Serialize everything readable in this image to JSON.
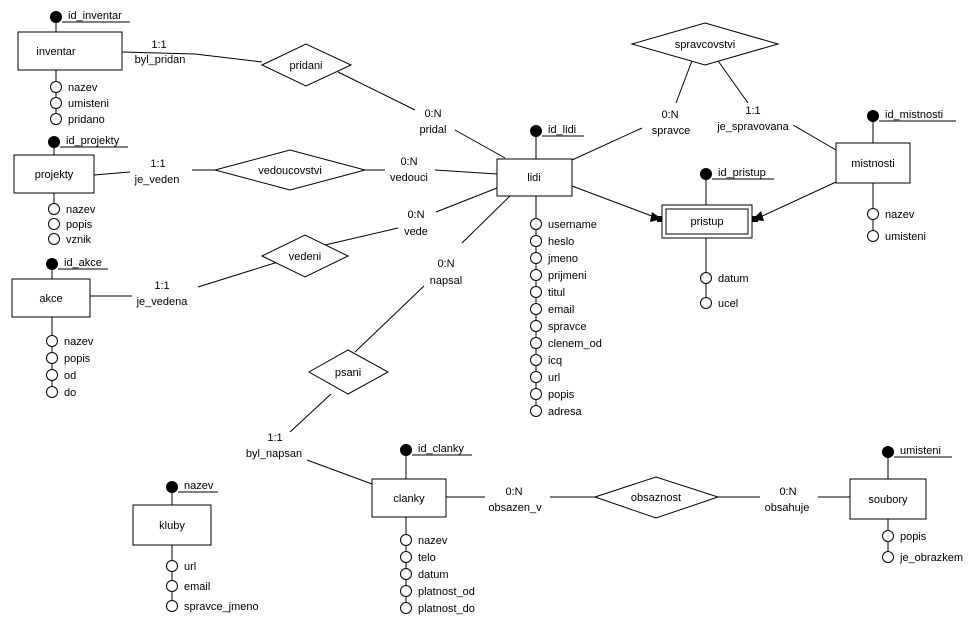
{
  "entities": {
    "inventar": "inventar",
    "projekty": "projekty",
    "akce": "akce",
    "lidi": "lidi",
    "pristup": "pristup",
    "mistnosti": "mistnosti",
    "kluby": "kluby",
    "clanky": "clanky",
    "soubory": "soubory"
  },
  "relationships": {
    "pridani": "pridani",
    "vedoucovstvi": "vedoucovstvi",
    "vedeni": "vedeni",
    "spravcovstvi": "spravcovstvi",
    "psani": "psani",
    "obsaznost": "obsaznost"
  },
  "keys": {
    "inventar": "id_inventar",
    "projekty": "id_projekty",
    "akce": "id_akce",
    "lidi": "id_lidi",
    "pristup": "id_pristup",
    "mistnosti": "id_mistnosti",
    "kluby": "nazev",
    "clanky": "id_clanky",
    "soubory": "umisteni"
  },
  "attributes": {
    "inventar": [
      "nazev",
      "umisteni",
      "pridano"
    ],
    "projekty": [
      "nazev",
      "popis",
      "vznik"
    ],
    "akce": [
      "nazev",
      "popis",
      "od",
      "do"
    ],
    "lidi": [
      "username",
      "heslo",
      "jmeno",
      "prijmeni",
      "titul",
      "email",
      "spravce",
      "clenem_od",
      "icq",
      "url",
      "popis",
      "adresa"
    ],
    "pristup": [
      "datum",
      "ucel"
    ],
    "mistnosti": [
      "nazev",
      "umisteni"
    ],
    "kluby": [
      "url",
      "email",
      "spravce_jmeno"
    ],
    "clanky": [
      "nazev",
      "telo",
      "datum",
      "platnost_od",
      "platnost_do"
    ],
    "soubory": [
      "popis",
      "je_obrazkem"
    ]
  },
  "edge_labels": {
    "inventar_card": "1:1",
    "inventar_role": "byl_pridan",
    "lidi_pridal_card": "0:N",
    "lidi_pridal_role": "pridal",
    "projekty_card": "1:1",
    "projekty_role": "je_veden",
    "lidi_vedouci_card": "0:N",
    "lidi_vedouci_role": "vedouci",
    "akce_card": "1:1",
    "akce_role": "je_vedena",
    "lidi_vede_card": "0:N",
    "lidi_vede_role": "vede",
    "lidi_spravce_card": "0:N",
    "lidi_spravce_role": "spravce",
    "mistnosti_card": "1:1",
    "mistnosti_role": "je_spravovana",
    "lidi_napsal_card": "0:N",
    "lidi_napsal_role": "napsal",
    "clanky_psan_card": "1:1",
    "clanky_psan_role": "byl_napsan",
    "clanky_obsazen_card": "0:N",
    "clanky_obsazen_role": "obsazen_v",
    "soubory_card": "0:N",
    "soubory_role": "obsahuje"
  }
}
